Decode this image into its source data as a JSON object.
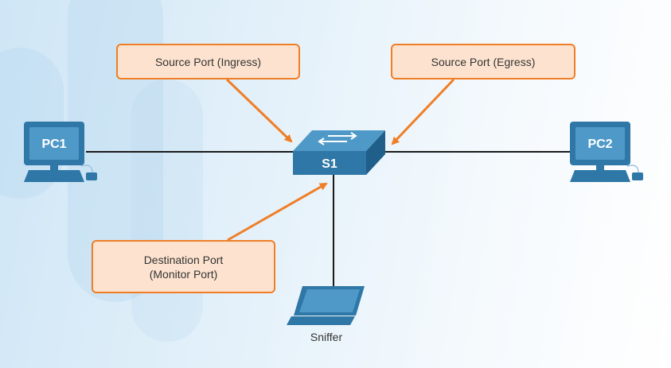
{
  "callouts": {
    "source_ingress": "Source Port (Ingress)",
    "source_egress": "Source Port (Egress)",
    "destination_line1": "Destination Port",
    "destination_line2": "(Monitor Port)"
  },
  "nodes": {
    "pc1": "PC1",
    "pc2": "PC2",
    "switch": "S1",
    "sniffer": "Sniffer"
  },
  "colors": {
    "callout_border": "#f07e26",
    "callout_fill": "#fde3cf",
    "arrow": "#f07e26",
    "device_blue": "#2e77a6",
    "link": "#1a1a1a"
  },
  "icons": [
    "pc-icon",
    "switch-icon",
    "laptop-icon"
  ]
}
